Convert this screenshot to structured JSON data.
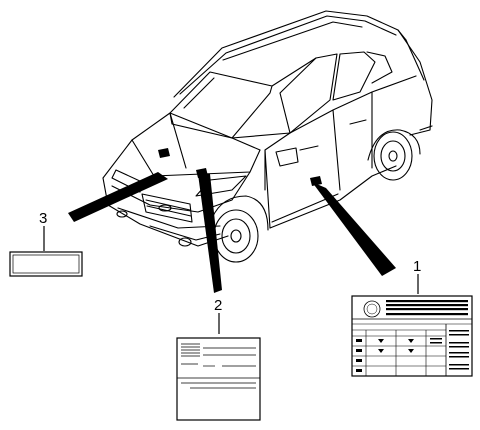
{
  "diagram": {
    "callouts": [
      {
        "id": "1",
        "label": "1"
      },
      {
        "id": "2",
        "label": "2"
      },
      {
        "id": "3",
        "label": "3"
      }
    ],
    "colors": {
      "ink": "#000000",
      "paper": "#ffffff"
    }
  }
}
